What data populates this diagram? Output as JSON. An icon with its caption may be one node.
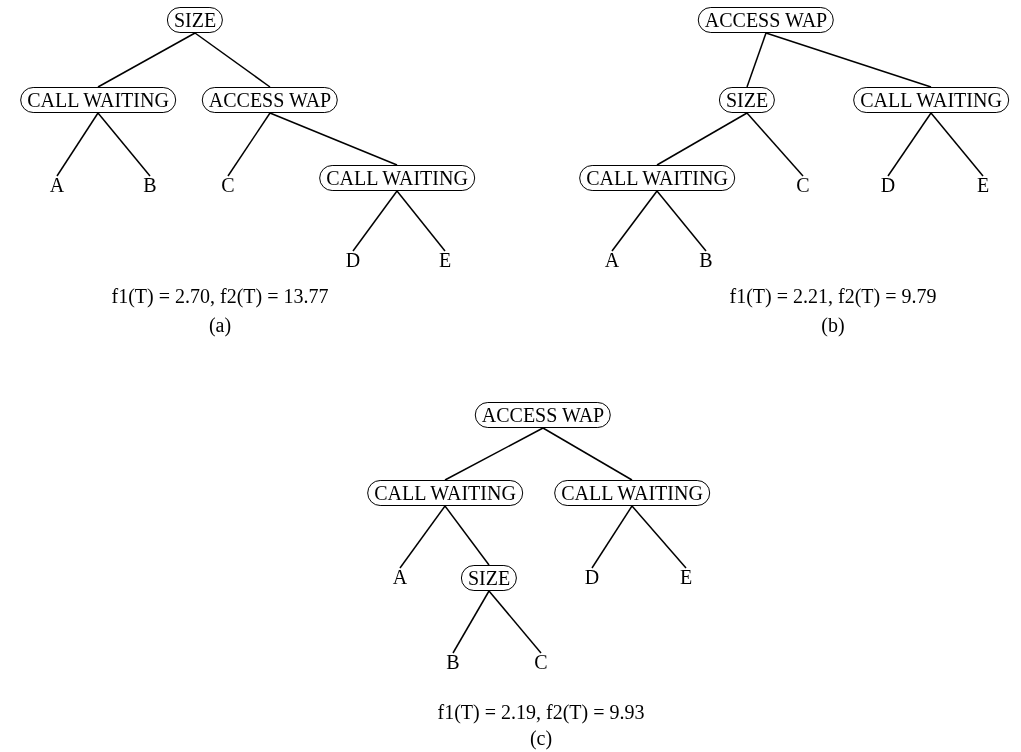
{
  "diagram": {
    "nodes": [
      {
        "text": [
          "SIZE"
        ]
      },
      {
        "text": [
          "CALL WAITING"
        ]
      },
      {
        "text": [
          "ACCESS WAP"
        ]
      },
      {
        "text": [
          "A"
        ]
      },
      {
        "text": [
          "B"
        ]
      },
      {
        "text": [
          "C"
        ]
      },
      {
        "text": [
          "CALL WAITING"
        ]
      },
      {
        "text": [
          "D"
        ]
      },
      {
        "text": [
          "E"
        ]
      },
      {
        "text": [
          "ACCESS WAP"
        ]
      },
      {
        "text": [
          "SIZE"
        ]
      },
      {
        "text": [
          "CALL WAITING"
        ]
      },
      {
        "text": [
          "CALL WAITING"
        ]
      },
      {
        "text": [
          "C"
        ]
      },
      {
        "text": [
          "D"
        ]
      },
      {
        "text": [
          "E"
        ]
      },
      {
        "text": [
          "A"
        ]
      },
      {
        "text": [
          "B"
        ]
      },
      {
        "text": [
          "ACCESS WAP"
        ]
      },
      {
        "text": [
          "CALL WAITING"
        ]
      },
      {
        "text": [
          "CALL WAITING"
        ]
      },
      {
        "text": [
          "A"
        ]
      },
      {
        "text": [
          "SIZE"
        ]
      },
      {
        "text": [
          "D"
        ]
      },
      {
        "text": [
          "E"
        ]
      },
      {
        "text": [
          "B"
        ]
      },
      {
        "text": [
          "C"
        ]
      }
    ],
    "edges": [
      {
        "from": 0,
        "to": 1,
        "arrow": "none"
      },
      {
        "from": 0,
        "to": 2,
        "arrow": "none"
      },
      {
        "from": 1,
        "to": 3,
        "arrow": "none"
      },
      {
        "from": 1,
        "to": 4,
        "arrow": "none"
      },
      {
        "from": 2,
        "to": 5,
        "arrow": "none"
      },
      {
        "from": 2,
        "to": 6,
        "arrow": "none"
      },
      {
        "from": 6,
        "to": 7,
        "arrow": "none"
      },
      {
        "from": 6,
        "to": 8,
        "arrow": "none"
      },
      {
        "from": 9,
        "to": 10,
        "arrow": "none"
      },
      {
        "from": 9,
        "to": 11,
        "arrow": "none"
      },
      {
        "from": 10,
        "to": 12,
        "arrow": "none"
      },
      {
        "from": 10,
        "to": 13,
        "arrow": "none"
      },
      {
        "from": 11,
        "to": 14,
        "arrow": "none"
      },
      {
        "from": 11,
        "to": 15,
        "arrow": "none"
      },
      {
        "from": 12,
        "to": 16,
        "arrow": "none"
      },
      {
        "from": 12,
        "to": 17,
        "arrow": "none"
      },
      {
        "from": 18,
        "to": 19,
        "arrow": "none"
      },
      {
        "from": 18,
        "to": 20,
        "arrow": "none"
      },
      {
        "from": 19,
        "to": 21,
        "arrow": "none"
      },
      {
        "from": 19,
        "to": 22,
        "arrow": "none"
      },
      {
        "from": 20,
        "to": 23,
        "arrow": "none"
      },
      {
        "from": 20,
        "to": 24,
        "arrow": "none"
      },
      {
        "from": 22,
        "to": 25,
        "arrow": "none"
      },
      {
        "from": 22,
        "to": 26,
        "arrow": "none"
      }
    ],
    "labels": [
      "f1(T) = 2.70, f2(T) = 13.77",
      "(a)",
      "f1(T) = 2.21, f2(T) = 9.79",
      "(b)",
      "f1(T) = 2.19, f2(T) = 9.93",
      "(c)"
    ]
  }
}
